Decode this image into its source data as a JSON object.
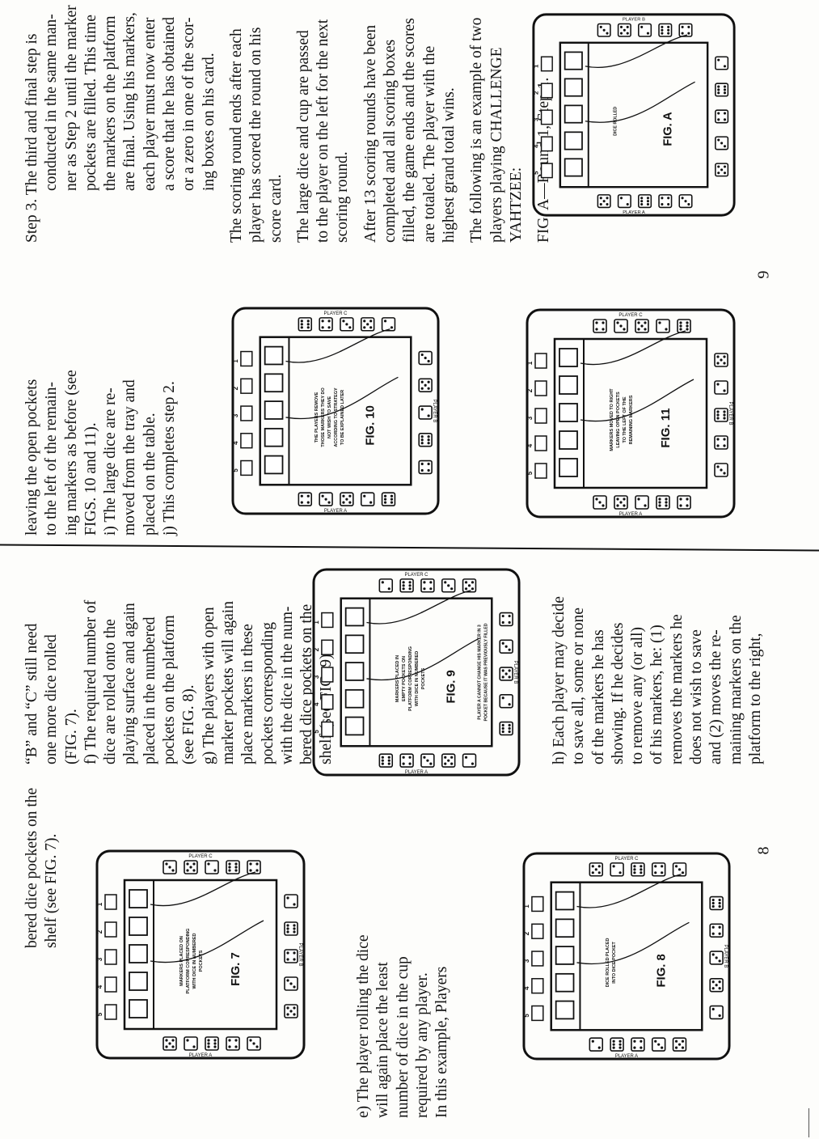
{
  "pages": {
    "left_number": "8",
    "right_number": "9"
  },
  "col1": {
    "top_text": [
      "bered dice pockets on the",
      "shelf (see FIG. 7)."
    ],
    "item_e": [
      "e) The player rolling the dice",
      "will again place the least",
      "number of dice in the cup",
      "required by any player.",
      "In this example, Players"
    ]
  },
  "col2": {
    "top_text": [
      "“B” and “C” still need",
      "one more dice rolled",
      "(FIG. 7)."
    ],
    "item_f": [
      "f) The required number of",
      "dice are rolled onto the",
      "playing surface and again",
      "placed in the numbered",
      "pockets on the platform",
      "(see FIG. 8)."
    ],
    "item_g": [
      "g) The players with open",
      "marker pockets will again",
      "place markers in these",
      "pockets corresponding",
      "with the dice in the num-",
      "bered dice pockets on the",
      "shelf (see FIG. 9)."
    ],
    "item_h": [
      "h) Each player may decide",
      "to save all, some or none",
      "of the markers he has",
      "showing. If he decides",
      "to remove any (or all)",
      "of his markers, he: (1)",
      "removes the markers he",
      "does not wish to save",
      "and (2) moves the re-",
      "maining markers on the",
      "platform to the right,"
    ]
  },
  "col3": {
    "text": [
      "leaving the open pockets",
      "to the left of the remain-",
      "ing markers as before (see",
      "FIGS. 10 and 11).",
      "i) The large dice are re-",
      "moved from the tray and",
      "placed on the table.",
      "j) This completes step 2."
    ]
  },
  "col4": {
    "text": [
      "Step 3. The third and final step is",
      "conducted in the same man-",
      "ner as Step 2 until the marker",
      "pockets are filled. This time",
      "the markers on the platform",
      "are final. Using his markers,",
      "each player must now enter",
      "a score that he has obtained",
      "or a zero in one of the scor-",
      "ing boxes on his card.",
      "",
      "The scoring round ends after each",
      "player has scored the round on his",
      "score card.",
      "",
      "The large dice and cup are passed",
      "to the player on the left for the next",
      "scoring round.",
      "",
      "After 13 scoring rounds have been",
      "completed and all scoring boxes",
      "filled, the game ends and the scores",
      "are totaled. The player with the",
      "highest grand total wins.",
      "",
      "The following is an example of two",
      "players playing CHALLENGE",
      "YAHTZEE:",
      "",
      "FIG. A—Round 1, Step 1."
    ]
  },
  "figures": {
    "fig7": {
      "label": "FIG. 7",
      "note": "MARKERS PLACED ON PLATFORM CORRESPONDING WITH DICE IN NUMBERED POCKETS",
      "player_top": "PLAYER C",
      "player_bottom": "PLAYER A",
      "player_right": "PLAYER B"
    },
    "fig8": {
      "label": "FIG. 8",
      "note": "DICE ROLLED PLACED INTO DICE POCKET",
      "player_top": "PLAYER C",
      "player_bottom": "PLAYER A",
      "player_right": "PLAYER B"
    },
    "fig9": {
      "label": "FIG. 9",
      "note": "MARKERS PLACED IN EMPTY POCKETS ON PLATFORM CORRESPONDING WITH DICE IN NUMBERED POCKETS",
      "note2": "PLAYER A CANNOT CHANGE HIS MARKER IN 3 POCKET BECAUSE IT WAS PREVIOUSLY FILLED",
      "player_top": "PLAYER C",
      "player_bottom": "PLAYER A",
      "player_right": "PLAYER B"
    },
    "fig10": {
      "label": "FIG. 10",
      "note": "THE PLAYERS REMOVE THOSE MARKERS THEY DO NOT WISH TO SAVE ACCORDING TO STRATEGY TO BE EXPLAINED LATER",
      "player_top": "PLAYER C",
      "player_bottom": "PLAYER A",
      "player_right": "PLAYER B"
    },
    "fig11": {
      "label": "FIG. 11",
      "note": "MARKERS MOVED TO RIGHT LEAVING OPEN POCKETS TO THE LEFT OF THE REMAINING MARKERS",
      "player_top": "PLAYER C",
      "player_bottom": "PLAYER A",
      "player_right": "PLAYER B"
    },
    "figA": {
      "label": "FIG. A",
      "note": "DICE ROLLED",
      "player_top": "PLAYER B",
      "player_bottom": "PLAYER A"
    }
  }
}
